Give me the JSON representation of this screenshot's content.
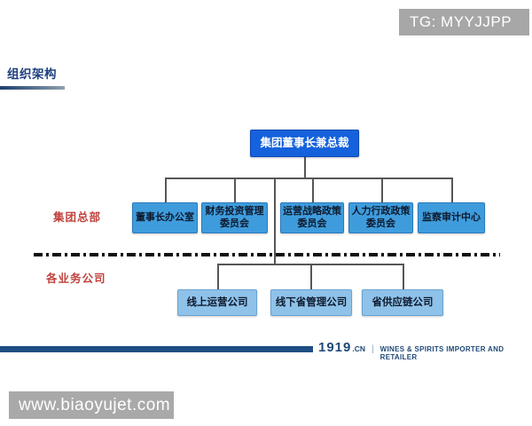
{
  "tg_badge": {
    "text": "TG: MYYJJPP"
  },
  "page": {
    "title": "组织架构"
  },
  "org_chart": {
    "root_label": "集团董事长兼总裁",
    "sections": [
      {
        "side_label": "集团总部",
        "nodes": [
          "董事长办公室",
          "财务投资管理委员会",
          "运营战略政策委员会",
          "人力行政政策委员会",
          "监察审计中心"
        ]
      },
      {
        "side_label": "各业务公司",
        "nodes": [
          "线上运营公司",
          "线下省管理公司",
          "省供应链公司"
        ]
      }
    ]
  },
  "footer": {
    "brand": "1919",
    "brand_suffix": ".CN",
    "separator": "|",
    "tagline": "WINES & SPIRITS IMPORTER AND RETAILER"
  },
  "watermark": {
    "text": "www.biaoyujet.com"
  },
  "colors": {
    "root_box": "#1562dc",
    "tier2_box": "#3f9cdc",
    "tier3_box": "#8fc2e9",
    "side_label_red": "#bf423d",
    "title_navy": "#1e3f7e",
    "footer_navy": "#1f4e83",
    "badge_gray": "#a7a7a7",
    "connector_gray": "#565656"
  }
}
